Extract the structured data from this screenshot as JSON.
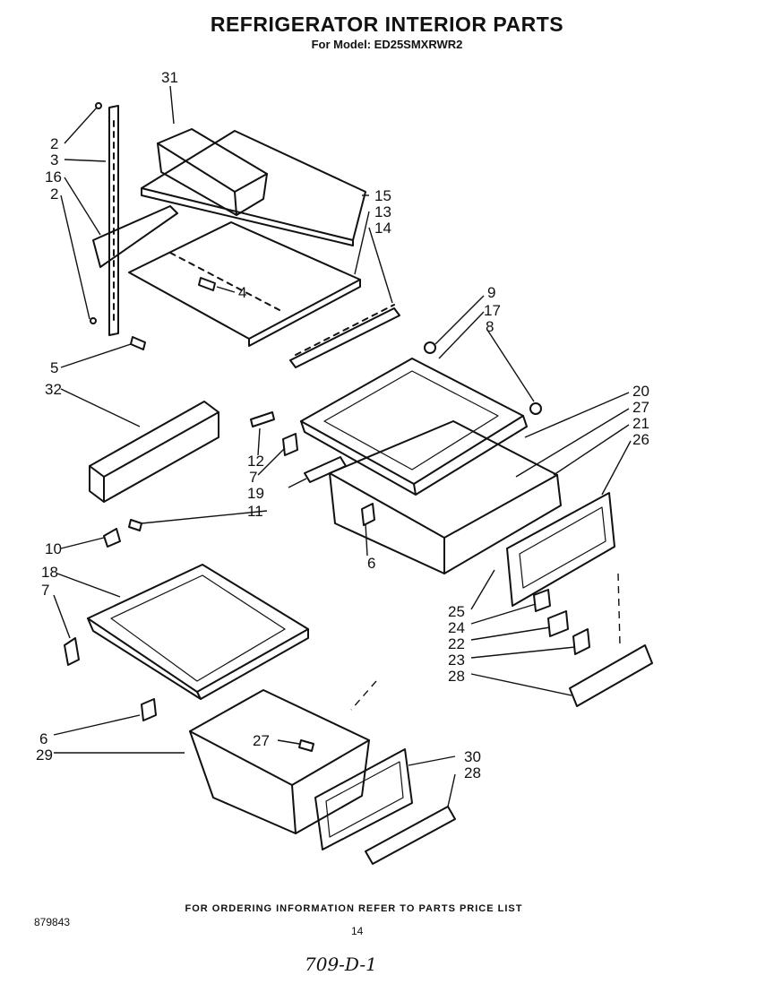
{
  "header": {
    "title": "REFRIGERATOR INTERIOR PARTS",
    "subtitle": "For Model: ED25SMXRWR2"
  },
  "callouts": {
    "c31": "31",
    "c2a": "2",
    "c3": "3",
    "c16": "16",
    "c2b": "2",
    "c15": "15",
    "c13": "13",
    "c14": "14",
    "c4": "4",
    "c5": "5",
    "c32": "32",
    "c9": "9",
    "c17": "17",
    "c8": "8",
    "c20": "20",
    "c27a": "27",
    "c21": "21",
    "c26": "26",
    "c12": "12",
    "c7a": "7",
    "c19": "19",
    "c11": "11",
    "c10": "10",
    "c6a": "6",
    "c18": "18",
    "c7b": "7",
    "c25": "25",
    "c24": "24",
    "c22": "22",
    "c23": "23",
    "c28a": "28",
    "c6b": "6",
    "c29": "29",
    "c27b": "27",
    "c30": "30",
    "c28b": "28"
  },
  "footer": {
    "ordering_note": "FOR ORDERING INFORMATION REFER TO PARTS PRICE LIST",
    "doc_number": "879843",
    "page_number": "14",
    "handwritten": "709-D-1"
  }
}
